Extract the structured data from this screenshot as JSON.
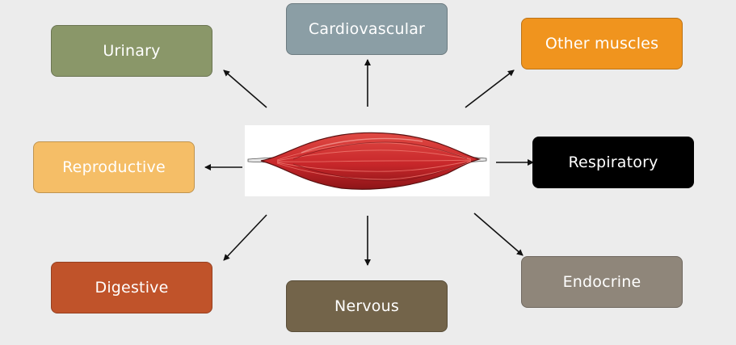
{
  "nodes": {
    "urinary": {
      "label": "Urinary",
      "color": "#8a9769"
    },
    "cardiovascular": {
      "label": "Cardiovascular",
      "color": "#8b9ea5"
    },
    "other_muscles": {
      "label": "Other muscles",
      "color": "#f0941e"
    },
    "reproductive": {
      "label": "Reproductive",
      "color": "#f5be67"
    },
    "respiratory": {
      "label": "Respiratory",
      "color": "#000000"
    },
    "digestive": {
      "label": "Digestive",
      "color": "#c0532a"
    },
    "nervous": {
      "label": "Nervous",
      "color": "#73644a"
    },
    "endocrine": {
      "label": "Endocrine",
      "color": "#8f867a"
    }
  },
  "center": {
    "image": "skeletal-muscle-illustration",
    "color": "#c8272a"
  }
}
